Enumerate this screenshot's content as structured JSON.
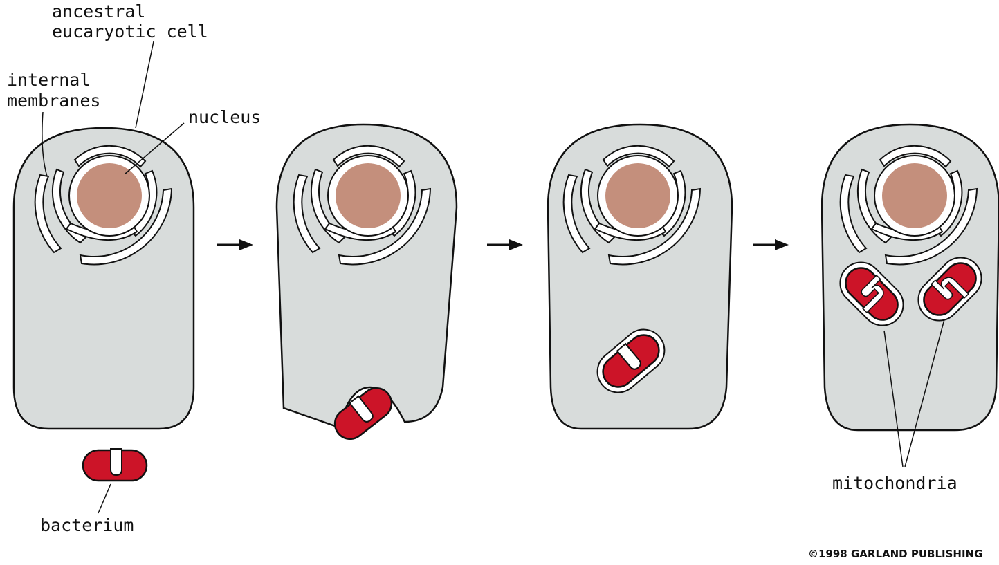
{
  "labels": {
    "ancestral_line1": "ancestral",
    "ancestral_line2": "eucaryotic cell",
    "internal_line1": "internal",
    "internal_line2": "membranes",
    "nucleus": "nucleus",
    "bacterium": "bacterium",
    "mitochondria": "mitochondria",
    "copyright": "©1998 GARLAND PUBLISHING"
  },
  "colors": {
    "cytoplasm": "#d8dcdb",
    "nucleus": "#c48f7c",
    "mitochondrion": "#cc1428",
    "outline": "#111111",
    "membrane": "#ffffff"
  },
  "arrow_icon": "right-arrow-icon"
}
